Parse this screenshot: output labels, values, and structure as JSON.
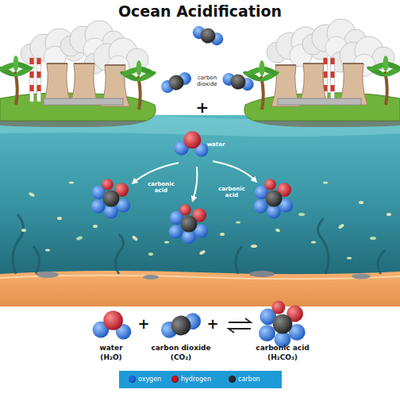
{
  "diagram": {
    "title": "Ocean Acidification",
    "labels": [
      "carbon dioxide",
      "+",
      "water",
      "carbonic acid",
      "carbonic acid",
      "water",
      "(H₂O)",
      "+",
      "carbon dioxide",
      "(CO₂)",
      "+",
      "carbonic acid",
      "(H₂CO₃)"
    ],
    "legend": [
      {
        "text": "oxygen",
        "color": "#2468d8"
      },
      {
        "text": "hydrogen",
        "color": "#c8141f"
      },
      {
        "text": "carbon",
        "color": "#2b2b2b"
      }
    ]
  }
}
